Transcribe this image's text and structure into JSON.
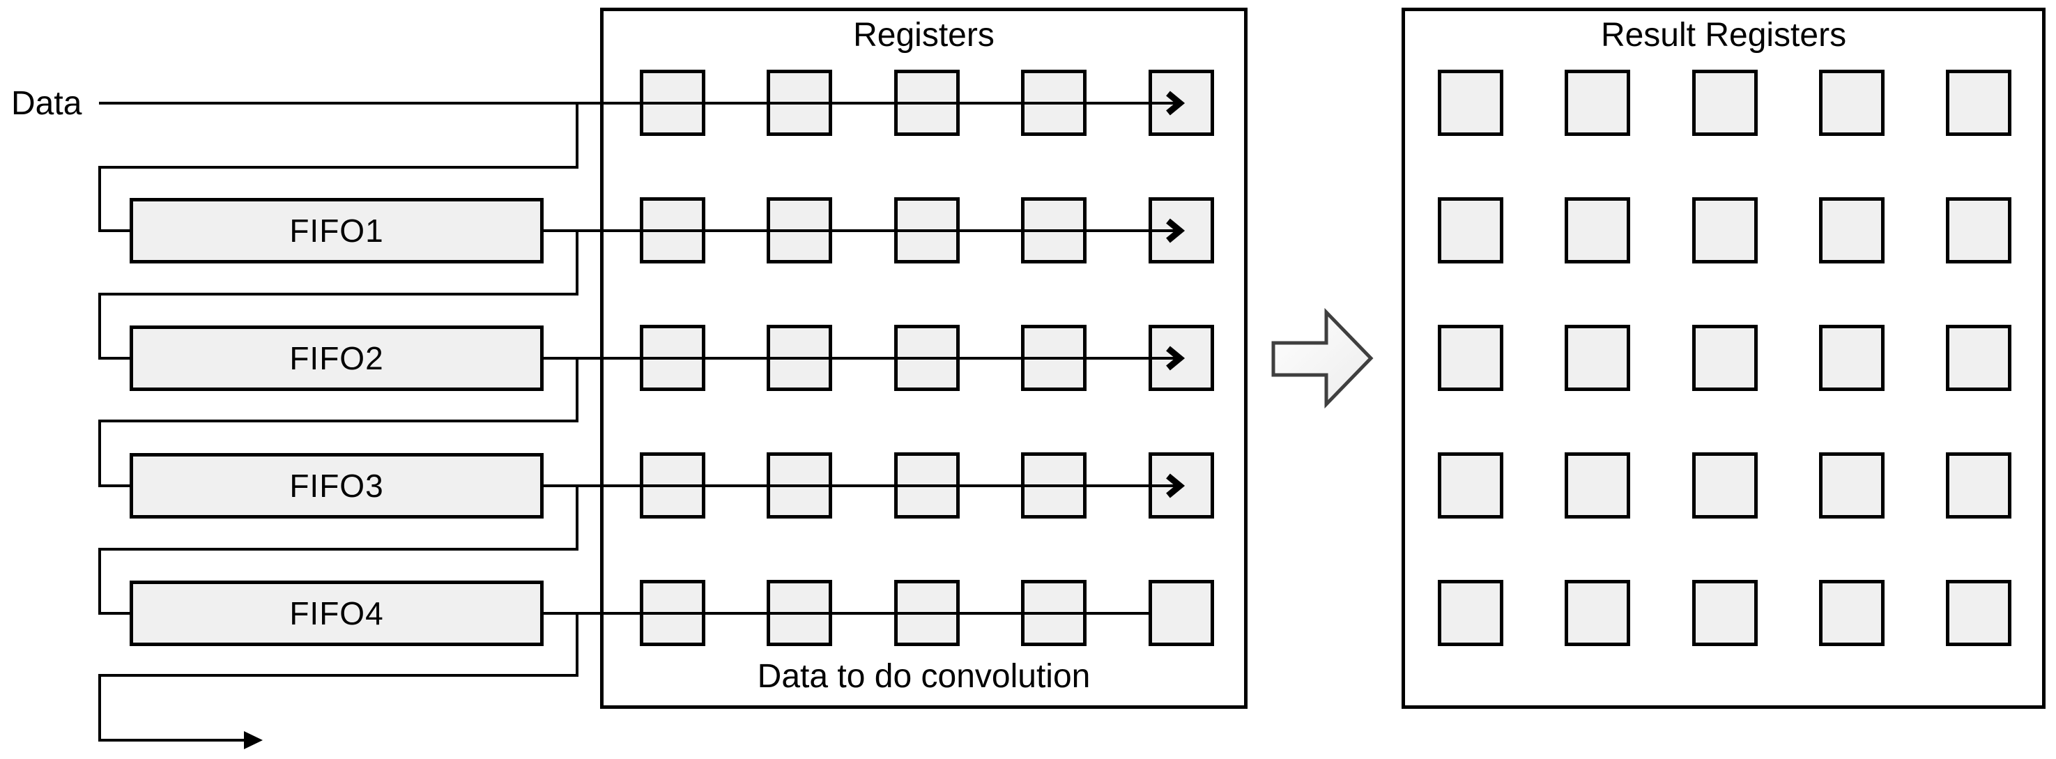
{
  "diagram": {
    "data_label": "Data",
    "fifos": [
      {
        "label": "FIFO1"
      },
      {
        "label": "FIFO2"
      },
      {
        "label": "FIFO3"
      },
      {
        "label": "FIFO4"
      }
    ],
    "registers_box": {
      "title": "Registers",
      "caption": "Data to do convolution",
      "grid_rows": 5,
      "grid_cols": 5,
      "rows_with_shift_arrow": [
        1,
        2,
        3,
        4
      ]
    },
    "result_box": {
      "title": "Result Registers",
      "grid_rows": 5,
      "grid_cols": 5
    },
    "flow_arrow_direction": "right",
    "colors": {
      "background": "#ffffff",
      "line": "#000000",
      "box_border": "#000000",
      "cell_fill": "#f0f0f0",
      "fifo_fill": "#f0f0f0",
      "text": "#000000",
      "big_arrow_stroke": "#3f3f3f",
      "big_arrow_fill_top": "#ffffff",
      "big_arrow_fill_bottom": "#ececec"
    }
  }
}
